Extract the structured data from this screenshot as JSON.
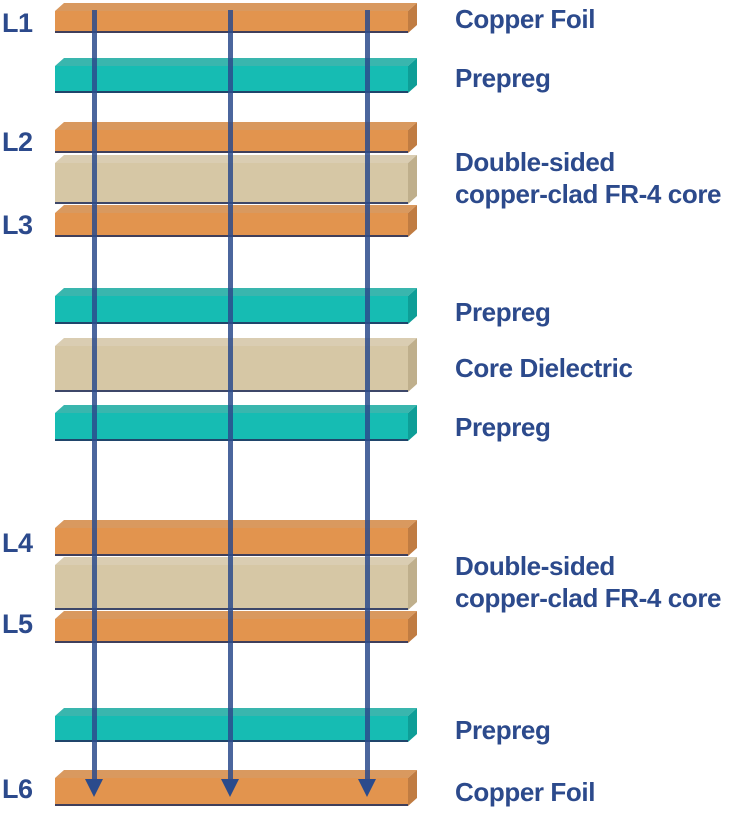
{
  "diagram_type": "pcb-6-layer-stackup",
  "colors": {
    "copper_foil": "#E2944E",
    "prepreg": "#16BCB3",
    "core_dielectric": "#D6C7A5",
    "via_arrow": "#2B4B8C",
    "label_text": "#2C4A8C"
  },
  "left_labels": {
    "l1": "L1",
    "l2": "L2",
    "l3": "L3",
    "l4": "L4",
    "l5": "L5",
    "l6": "L6"
  },
  "right_labels": {
    "copper_foil_top": "Copper Foil",
    "prepreg_1": "Prepreg",
    "core_1_line1": "Double-sided",
    "core_1_line2": "copper-clad FR-4 core",
    "prepreg_2": "Prepreg",
    "core_dielectric": "Core Dielectric",
    "prepreg_3": "Prepreg",
    "core_2_line1": "Double-sided",
    "core_2_line2": "copper-clad FR-4 core",
    "prepreg_4": "Prepreg",
    "copper_foil_bottom": "Copper Foil"
  },
  "stackup_order": [
    {
      "bar": 1,
      "material": "copper",
      "layer": "L1",
      "label": "Copper Foil"
    },
    {
      "bar": 2,
      "material": "prepreg",
      "label": "Prepreg"
    },
    {
      "bar": 3,
      "material": "copper",
      "layer": "L2",
      "label": "Double-sided copper-clad FR-4 core"
    },
    {
      "bar": 4,
      "material": "core",
      "label": "Double-sided copper-clad FR-4 core"
    },
    {
      "bar": 5,
      "material": "copper",
      "layer": "L3",
      "label": "Double-sided copper-clad FR-4 core"
    },
    {
      "bar": 6,
      "material": "prepreg",
      "label": "Prepreg"
    },
    {
      "bar": 7,
      "material": "core",
      "label": "Core Dielectric"
    },
    {
      "bar": 8,
      "material": "prepreg",
      "label": "Prepreg"
    },
    {
      "bar": 9,
      "material": "copper",
      "layer": "L4",
      "label": "Double-sided copper-clad FR-4 core"
    },
    {
      "bar": 10,
      "material": "core",
      "label": "Double-sided copper-clad FR-4 core"
    },
    {
      "bar": 11,
      "material": "copper",
      "layer": "L5",
      "label": "Double-sided copper-clad FR-4 core"
    },
    {
      "bar": 12,
      "material": "prepreg",
      "label": "Prepreg"
    },
    {
      "bar": 13,
      "material": "copper",
      "layer": "L6",
      "label": "Copper Foil"
    }
  ],
  "via_count": 3
}
